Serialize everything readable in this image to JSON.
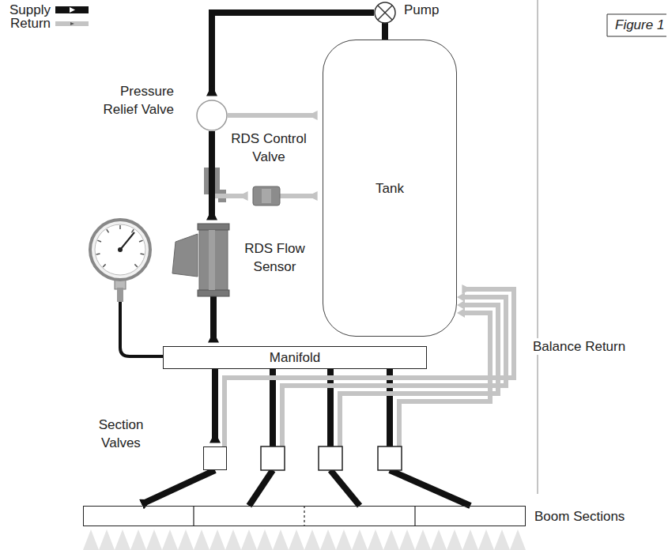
{
  "diagram": {
    "nodes": [
      {
        "text": [
          "Pump"
        ]
      },
      {
        "text": [
          "Pressure Relief Valve"
        ]
      },
      {
        "text": [
          "RDS Control Valve"
        ]
      },
      {
        "text": [
          "Tank"
        ]
      },
      {
        "text": [
          "RDS Flow Sensor"
        ]
      },
      {
        "text": [
          "Manifold"
        ]
      },
      {
        "text": [
          "Section Valves"
        ]
      },
      {
        "text": [
          "Boom Sections"
        ]
      }
    ],
    "edges": [
      {
        "from": 0,
        "to": 1,
        "arrow": "to"
      },
      {
        "from": 1,
        "to": 3,
        "arrow": "to"
      },
      {
        "from": 1,
        "to": 4,
        "arrow": "to"
      },
      {
        "from": 1,
        "to": 2,
        "arrow": "to"
      },
      {
        "from": 2,
        "to": 3,
        "arrow": "to"
      },
      {
        "from": 4,
        "to": 5,
        "arrow": "to"
      },
      {
        "from": 5,
        "to": 6,
        "arrow": "to"
      },
      {
        "from": 6,
        "to": 7,
        "arrow": "to"
      },
      {
        "from": 6,
        "to": 3,
        "arrow": "to"
      }
    ],
    "labels": [
      "Figure 1",
      "Balance Return"
    ],
    "legend": [
      {
        "text": "Supply",
        "color": "#111111"
      },
      {
        "text": "Return",
        "color": "#c4c4c4"
      }
    ]
  }
}
